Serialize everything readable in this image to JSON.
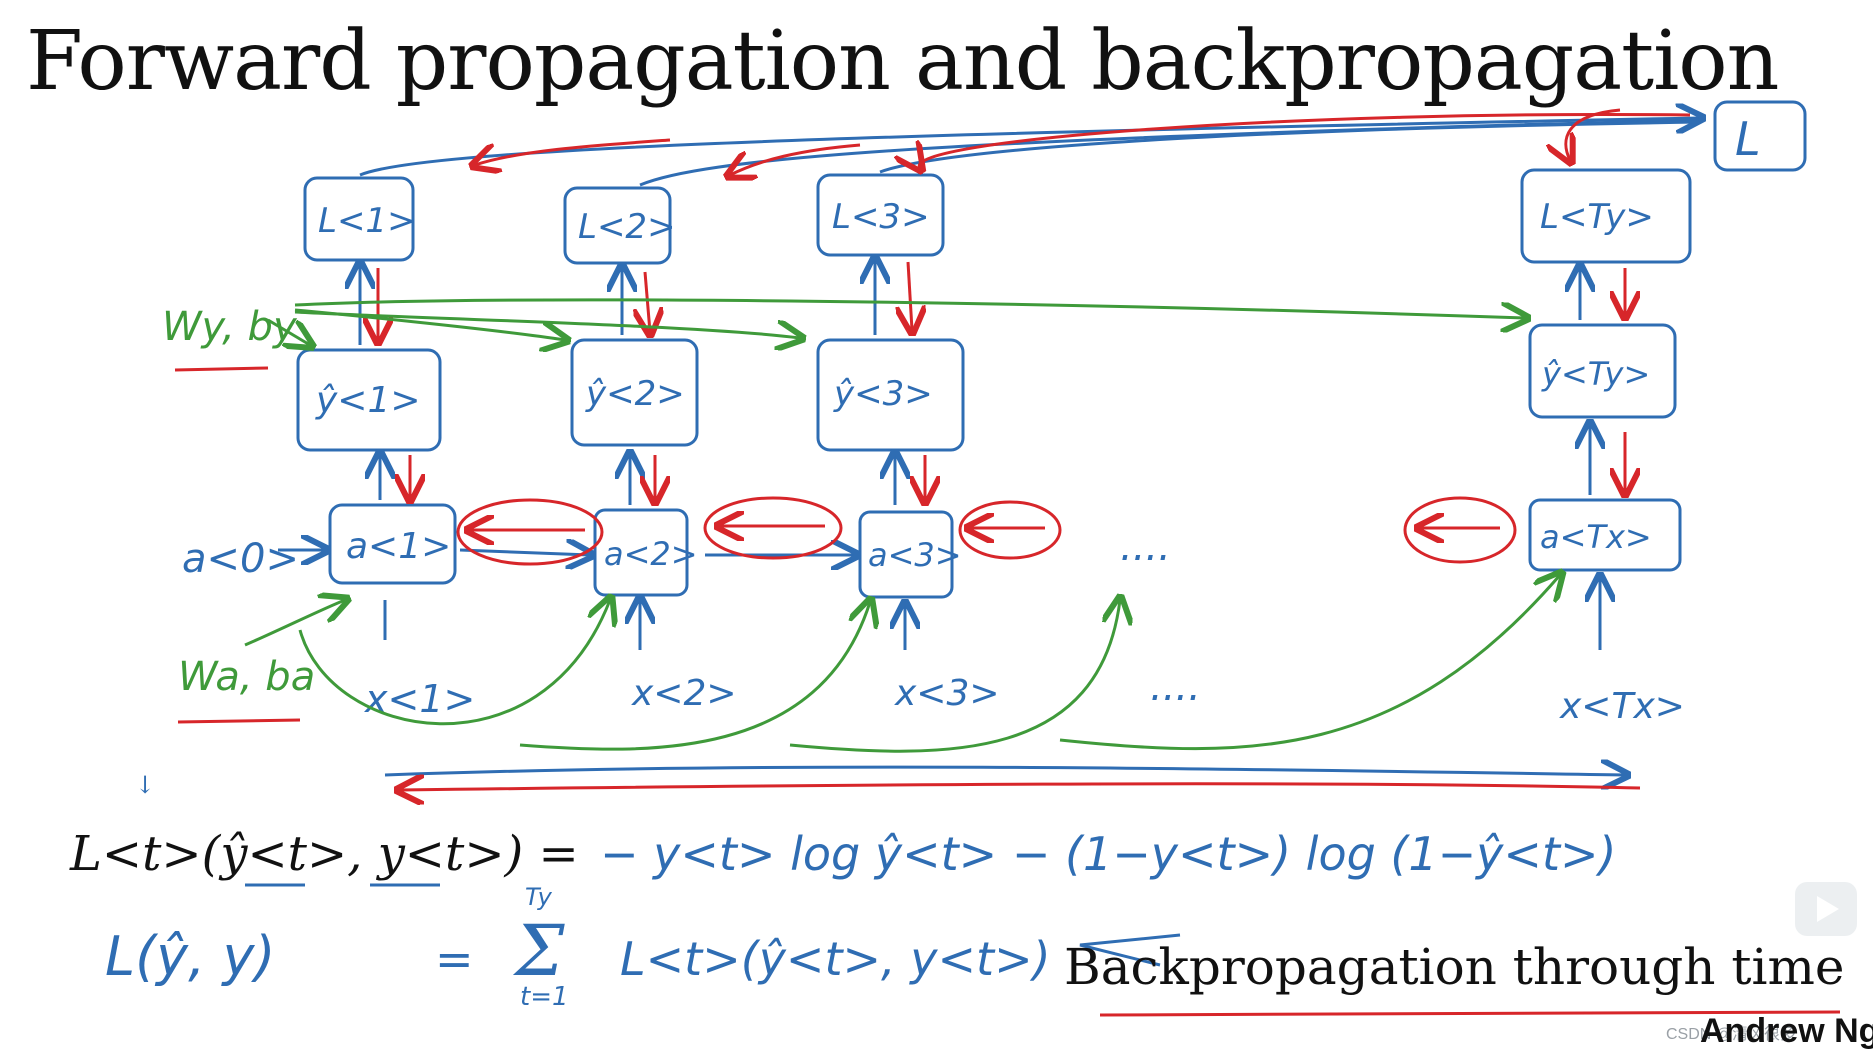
{
  "slide": {
    "title": "Forward propagation and backpropagation",
    "caption": "Backpropagation through time",
    "author": "Andrew Ng",
    "watermark": "CSDN @清风很多"
  },
  "colors": {
    "forward": "#2f6db3",
    "backward": "#d7262a",
    "params": "#3f9a3a",
    "ink": "#111111"
  },
  "diagram": {
    "total_loss": "L",
    "columns": [
      {
        "loss": "L<1>",
        "prediction": "ŷ<1>",
        "activation": "a<1>",
        "input": "x<1>"
      },
      {
        "loss": "L<2>",
        "prediction": "ŷ<2>",
        "activation": "a<2>",
        "input": "x<2>"
      },
      {
        "loss": "L<3>",
        "prediction": "ŷ<3>",
        "activation": "a<3>",
        "input": "x<3>"
      },
      {
        "loss": "L<Ty>",
        "prediction": "ŷ<Ty>",
        "activation": "a<Tx>",
        "input": "x<Tx>"
      }
    ],
    "initial_activation": "a<0>",
    "ellipsis": "....",
    "param_label_y": "Wy, by",
    "param_label_a": "Wa, ba"
  },
  "equations": {
    "loss_lhs": "L<t>(ŷ<t>, y<t>) =",
    "loss_rhs": "− y<t> log ŷ<t> − (1−y<t>) log (1−ŷ<t>)",
    "total_lhs": "L(ŷ, y)",
    "equals": "=",
    "sum_top": "Ty",
    "sum_bottom": "t=1",
    "total_rhs": "L<t>(ŷ<t>, y<t>)"
  }
}
